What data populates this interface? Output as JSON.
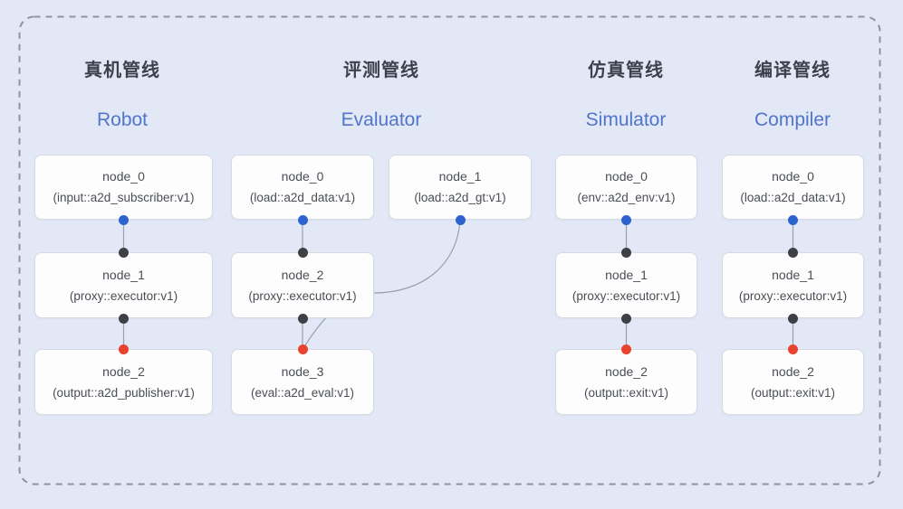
{
  "colors": {
    "background": "#e2e8f6",
    "frame_dash": "#8d93a0",
    "box_background": "#fdfdfe",
    "box_border": "#d7dae1",
    "title_text": "#3c414c",
    "subtitle_text": "#5175ca",
    "node_text": "#4a4e55",
    "edge_line": "#9aa0ad",
    "port_output_blue": "#2d63cf",
    "port_intermediate_dark": "#3d4045",
    "port_input_red": "#e8432f"
  },
  "pipelines": [
    {
      "title": "真机管线",
      "subtitle": "Robot",
      "nodes": [
        {
          "name": "node_0",
          "type": "(input::a2d_subscriber:v1)"
        },
        {
          "name": "node_1",
          "type": "(proxy::executor:v1)"
        },
        {
          "name": "node_2",
          "type": "(output::a2d_publisher:v1)"
        }
      ]
    },
    {
      "title": "评测管线",
      "subtitle": "Evaluator",
      "nodes": [
        {
          "name": "node_0",
          "type": "(load::a2d_data:v1)"
        },
        {
          "name": "node_1",
          "type": "(load::a2d_gt:v1)"
        },
        {
          "name": "node_2",
          "type": "(proxy::executor:v1)"
        },
        {
          "name": "node_3",
          "type": "(eval::a2d_eval:v1)"
        }
      ]
    },
    {
      "title": "仿真管线",
      "subtitle": "Simulator",
      "nodes": [
        {
          "name": "node_0",
          "type": "(env::a2d_env:v1)"
        },
        {
          "name": "node_1",
          "type": "(proxy::executor:v1)"
        },
        {
          "name": "node_2",
          "type": "(output::exit:v1)"
        }
      ]
    },
    {
      "title": "编译管线",
      "subtitle": "Compiler",
      "nodes": [
        {
          "name": "node_0",
          "type": "(load::a2d_data:v1)"
        },
        {
          "name": "node_1",
          "type": "(proxy::executor:v1)"
        },
        {
          "name": "node_2",
          "type": "(output::exit:v1)"
        }
      ]
    }
  ]
}
